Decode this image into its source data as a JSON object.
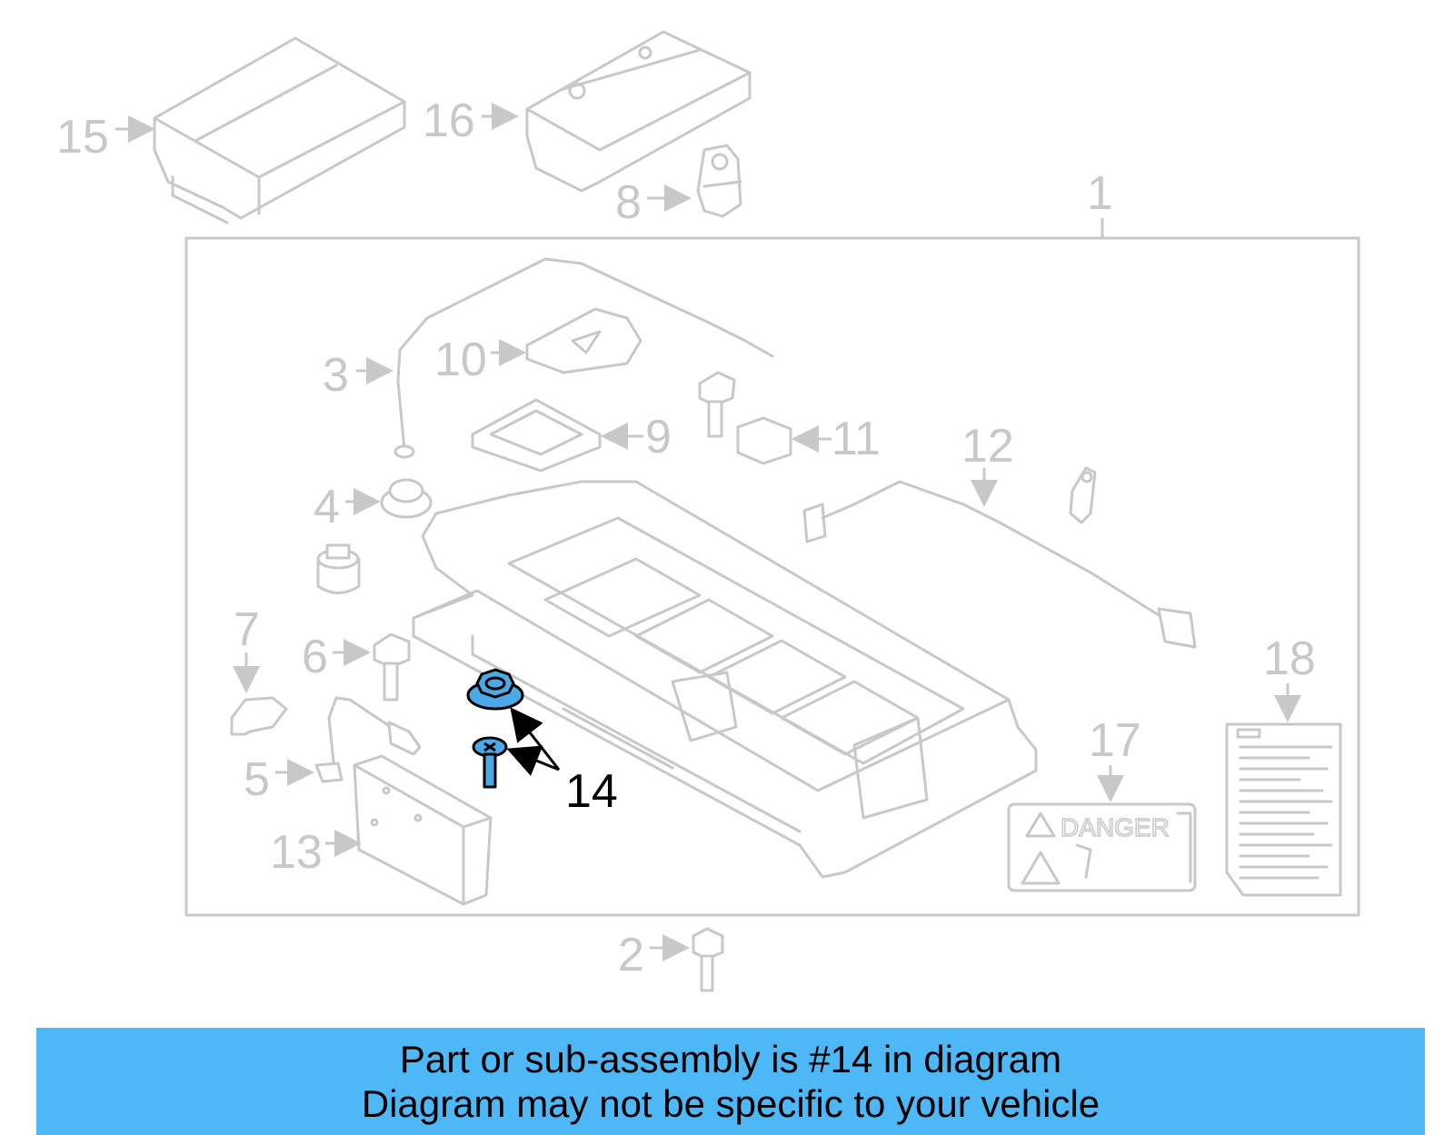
{
  "diagram": {
    "callouts": {
      "c1": "1",
      "c2": "2",
      "c3": "3",
      "c4": "4",
      "c5": "5",
      "c6": "6",
      "c7": "7",
      "c8": "8",
      "c9": "9",
      "c10": "10",
      "c11": "11",
      "c12": "12",
      "c13": "13",
      "c14": "14",
      "c15": "15",
      "c16": "16",
      "c17": "17",
      "c18": "18"
    },
    "highlighted_part": "14",
    "highlight_color": "#4aa9e6",
    "label_danger": "DANGER"
  },
  "banner": {
    "line1": "Part or sub-assembly is #14 in diagram",
    "line2": "Diagram may not be specific to your vehicle",
    "background": "#4db8f5"
  }
}
